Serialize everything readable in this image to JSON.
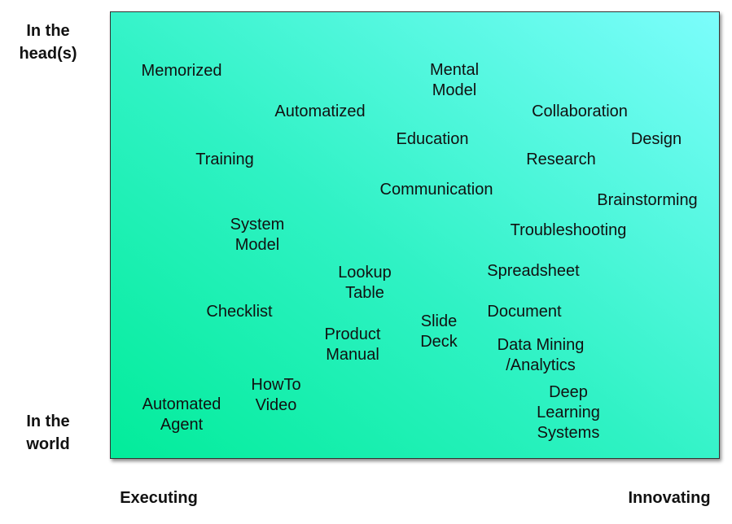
{
  "axes": {
    "y_top": "In the\nhead(s)",
    "y_bottom": "In the\nworld",
    "x_left": "Executing",
    "x_right": "Innovating"
  },
  "terms": {
    "memorized": "Memorized",
    "mental_model": "Mental\nModel",
    "automatized": "Automatized",
    "collaboration": "Collaboration",
    "education": "Education",
    "design": "Design",
    "training": "Training",
    "research": "Research",
    "communication": "Communication",
    "brainstorming": "Brainstorming",
    "system_model": "System\nModel",
    "troubleshooting": "Troubleshooting",
    "lookup_table": "Lookup\nTable",
    "spreadsheet": "Spreadsheet",
    "checklist": "Checklist",
    "document": "Document",
    "slide_deck": "Slide\nDeck",
    "product_manual": "Product\nManual",
    "data_mining": "Data Mining\n/Analytics",
    "howto_video": "HowTo\nVideo",
    "deep_learning": "Deep\nLearning\nSystems",
    "automated_agent": "Automated\nAgent"
  }
}
